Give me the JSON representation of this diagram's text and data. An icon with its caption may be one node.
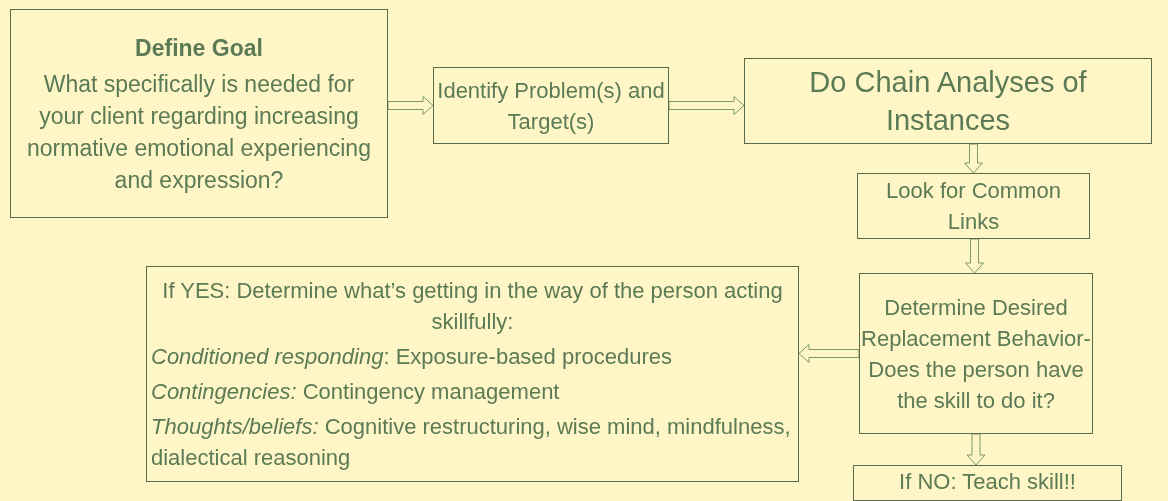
{
  "diagram": {
    "nodes": [
      {
        "text": [
          "Define Goal",
          "What specifically is needed for your client regarding increasing normative emotional experiencing and expression?"
        ]
      },
      {
        "text": [
          "Identify Problem(s) and Target(s)"
        ]
      },
      {
        "text": [
          "Do Chain Analyses of Instances"
        ]
      },
      {
        "text": [
          "Look for Common Links"
        ]
      },
      {
        "text": [
          "If YES: Determine what’s getting in the way of the person acting skillfully:",
          "*Conditioned responding*:  Exposure-based procedures",
          "*Contingencies:*  Contingency management",
          "*Thoughts/beliefs:*  Cognitive restructuring, wise mind, mindfulness, dialectical reasoning"
        ]
      },
      {
        "text": [
          "Determine Desired Replacement Behavior- Does the person have the skill to do it?"
        ]
      },
      {
        "text": [
          "If NO: Teach skill!!"
        ]
      }
    ],
    "edges": [
      {
        "from": 0,
        "to": 1,
        "arrow": "to"
      },
      {
        "from": 1,
        "to": 2,
        "arrow": "to"
      },
      {
        "from": 2,
        "to": 3,
        "arrow": "to"
      },
      {
        "from": 3,
        "to": 5,
        "arrow": "to"
      },
      {
        "from": 5,
        "to": 4,
        "arrow": "to"
      },
      {
        "from": 5,
        "to": 6,
        "arrow": "to"
      }
    ]
  }
}
